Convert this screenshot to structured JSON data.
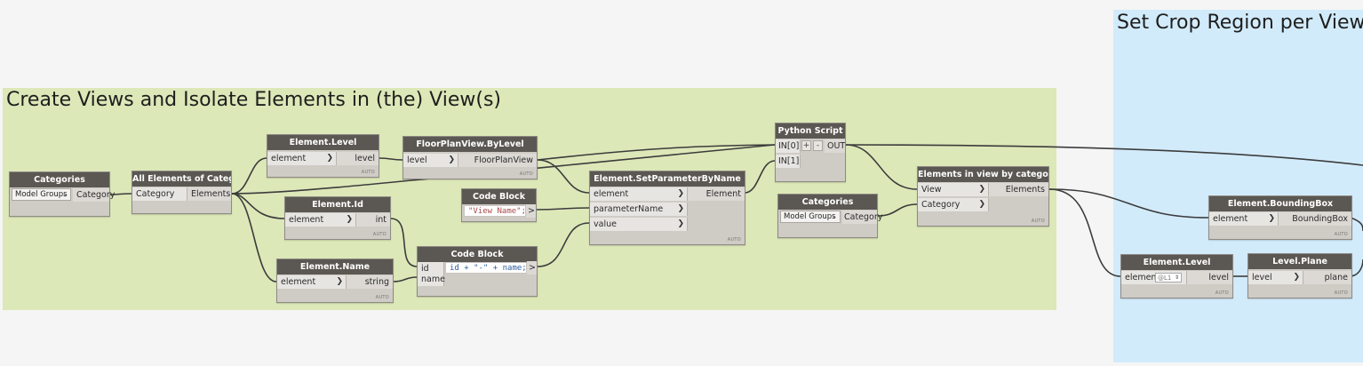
{
  "groups": {
    "create_views": {
      "title": "Create Views and Isolate Elements in (the) View(s)",
      "color": "#dce8b8"
    },
    "crop_region": {
      "title": "Set Crop Region per View",
      "color": "#d2ebfb"
    }
  },
  "auto_label": "AUTO",
  "nodes": {
    "categories_1": {
      "title": "Categories",
      "dropdown": "Model Groups",
      "out": "Category"
    },
    "all_elements": {
      "title": "All Elements of Category",
      "in": "Category",
      "out": "Elements"
    },
    "element_level_1": {
      "title": "Element.Level",
      "in": "element",
      "out": "level"
    },
    "floorplan": {
      "title": "FloorPlanView.ByLevel",
      "in": "level",
      "out": "FloorPlanView"
    },
    "element_id": {
      "title": "Element.Id",
      "in": "element",
      "out": "int"
    },
    "element_name": {
      "title": "Element.Name",
      "in": "element",
      "out": "string"
    },
    "code_block_1": {
      "title": "Code Block",
      "code": "\"View Name\";",
      "out": ">"
    },
    "code_block_2": {
      "title": "Code Block",
      "in1": "id",
      "in2": "name",
      "code": "id + \"-\" + name;",
      "out": ">"
    },
    "set_param": {
      "title": "Element.SetParameterByName",
      "in1": "element",
      "in2": "parameterName",
      "in3": "value",
      "out": "Element"
    },
    "python": {
      "title": "Python Script",
      "in1": "IN[0]",
      "in2": "IN[1]",
      "plus": "+",
      "minus": "-",
      "out": "OUT"
    },
    "categories_2": {
      "title": "Categories",
      "dropdown": "Model Groups",
      "out": "Category"
    },
    "elements_in_view": {
      "title": "Elements in view by category",
      "in1": "View",
      "in2": "Category",
      "out": "Elements"
    },
    "bounding_box": {
      "title": "Element.BoundingBox",
      "in": "element",
      "out": "BoundingBox"
    },
    "element_level_2": {
      "title": "Element.Level",
      "in": "element",
      "input_value": "@L1",
      "out": "level"
    },
    "level_plane": {
      "title": "Level.Plane",
      "in": "level",
      "out": "plane"
    }
  }
}
